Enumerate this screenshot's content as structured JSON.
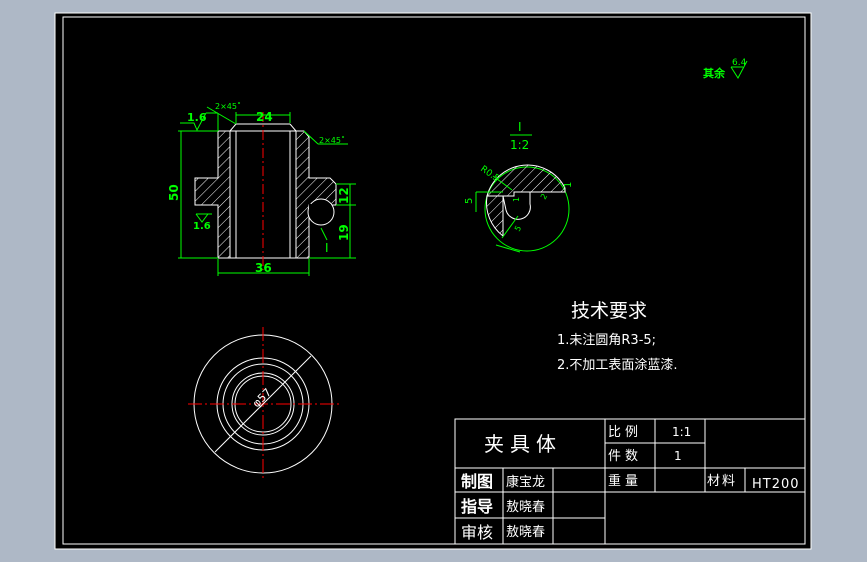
{
  "colors": {
    "background": "#aeb8c6",
    "paper": "#000000",
    "line": "#ffffff",
    "dimension": "#00ff00",
    "centerline": "#ff0000"
  },
  "roughness": {
    "rest_label": "其余",
    "rest_value": "6.4",
    "top_left": "1.6",
    "mid_left": "1.6"
  },
  "chamfers": {
    "top": "2×45˚",
    "right": "2×45˚"
  },
  "section_dimensions": {
    "width_top": "24",
    "height_total": "50",
    "right_upper": "12",
    "right_lower": "19",
    "width_bottom": "36",
    "detail_marker": "I"
  },
  "detail_view": {
    "title": "I",
    "scale": "1:2",
    "radius": "R0.5",
    "dim_left": "5",
    "dim_right": "1",
    "dim_small": "1",
    "dim_inner": "2",
    "dim_diag": "5"
  },
  "plan_view": {
    "diameter": "φ57"
  },
  "tech_requirements": {
    "title": "技术要求",
    "items": [
      "1.未注圆角R3-5;",
      "2.不加工表面涂蓝漆."
    ]
  },
  "title_block": {
    "part_name": "夹具体",
    "scale_label": "比例",
    "scale_value": "1:1",
    "qty_label": "件数",
    "qty_value": "1",
    "weight_label": "重量",
    "material_label": "材料",
    "material_value": "HT200",
    "rows": [
      {
        "role": "制图",
        "name": "康宝龙"
      },
      {
        "role": "指导",
        "name": "敖晓春"
      },
      {
        "role": "审核",
        "name": "敖晓春"
      }
    ]
  }
}
